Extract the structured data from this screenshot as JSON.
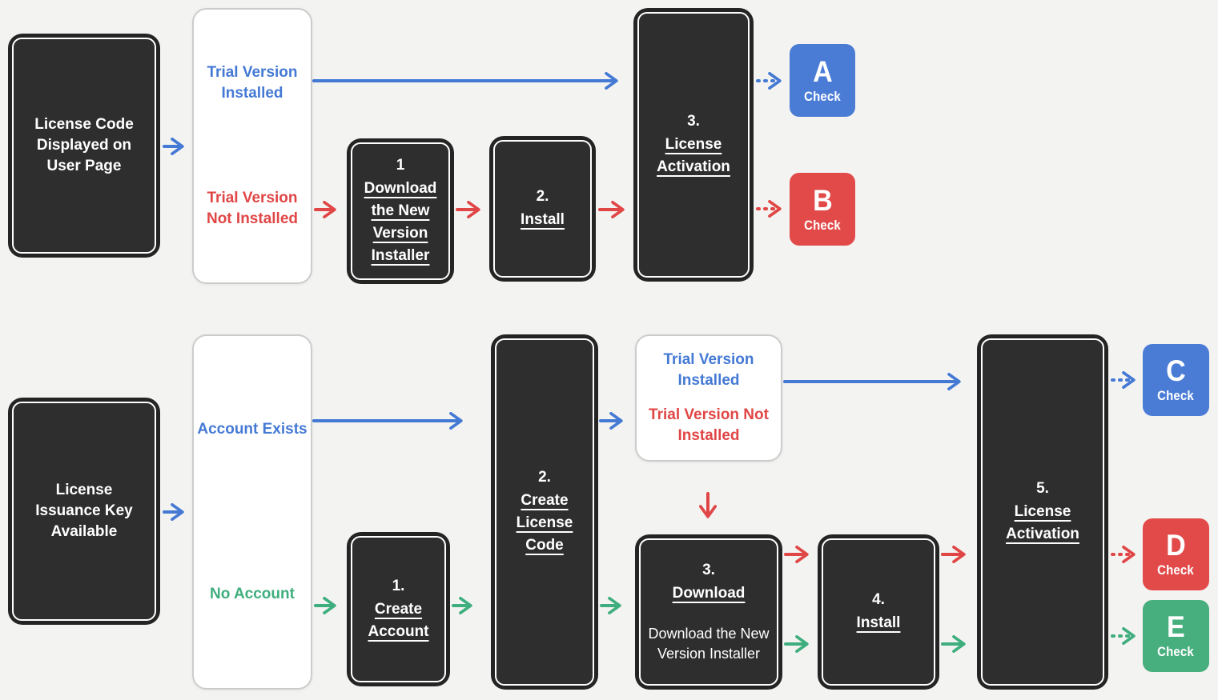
{
  "meta": {
    "title": "License activation flowchart",
    "background": "#f3f3f1"
  },
  "palette": {
    "blue": "#4479d4",
    "red": "#e14646",
    "green": "#3fae7e",
    "check_blue": "#4a7cd6",
    "check_red": "#e24a4a",
    "check_green": "#47ae7d",
    "dark_box_fill": "#2e2e2e",
    "dark_box_edge": "#242424",
    "white_box_border": "#cccccc",
    "background": "#f3f3f1",
    "text_on_dark": "#ffffff"
  },
  "flow1": {
    "start": {
      "label": "License Code Displayed on User Page"
    },
    "decision": {
      "options": [
        {
          "text": "Trial Version Installed",
          "color": "blue"
        },
        {
          "text": "Trial Version Not Installed",
          "color": "red"
        }
      ]
    },
    "steps": [
      {
        "num": "1",
        "title": "Download the New Version Installer"
      },
      {
        "num": "2.",
        "title": "Install"
      },
      {
        "num": "3.",
        "title": "License Activation"
      }
    ],
    "checks": [
      {
        "letter": "A",
        "label": "Check",
        "color": "blue"
      },
      {
        "letter": "B",
        "label": "Check",
        "color": "red"
      }
    ]
  },
  "flow2": {
    "start": {
      "label": "License Issuance Key Available"
    },
    "decision_account": {
      "options": [
        {
          "text": "Account Exists",
          "color": "blue"
        },
        {
          "text": "No Account",
          "color": "green"
        }
      ]
    },
    "decision_trial": {
      "options": [
        {
          "text": "Trial Version Installed",
          "color": "blue"
        },
        {
          "text": "Trial Version Not Installed",
          "color": "red"
        }
      ]
    },
    "steps": [
      {
        "num": "1.",
        "title": "Create Account"
      },
      {
        "num": "2.",
        "title": "Create License Code"
      },
      {
        "num": "3.",
        "title": "Download",
        "desc": "Download the New Version Installer"
      },
      {
        "num": "4.",
        "title": "Install"
      },
      {
        "num": "5.",
        "title": "License Activation"
      }
    ],
    "checks": [
      {
        "letter": "C",
        "label": "Check",
        "color": "blue"
      },
      {
        "letter": "D",
        "label": "Check",
        "color": "red"
      },
      {
        "letter": "E",
        "label": "Check",
        "color": "green"
      }
    ]
  },
  "edges": [
    {
      "from": "license-code-displayed",
      "to": "trial-decision",
      "color": "blue",
      "style": "solid"
    },
    {
      "from": "trial-decision:installed",
      "to": "license-activation-3",
      "color": "blue",
      "style": "solid"
    },
    {
      "from": "trial-decision:not-installed",
      "to": "download-installer-1",
      "color": "red",
      "style": "solid"
    },
    {
      "from": "download-installer-1",
      "to": "install-2",
      "color": "red",
      "style": "solid"
    },
    {
      "from": "install-2",
      "to": "license-activation-3",
      "color": "red",
      "style": "solid"
    },
    {
      "from": "license-activation-3",
      "to": "check-a",
      "color": "blue",
      "style": "dashed"
    },
    {
      "from": "license-activation-3",
      "to": "check-b",
      "color": "red",
      "style": "dashed"
    },
    {
      "from": "license-issuance-key",
      "to": "account-decision",
      "color": "blue",
      "style": "solid"
    },
    {
      "from": "account-decision:exists",
      "to": "create-license-code-2",
      "color": "blue",
      "style": "solid"
    },
    {
      "from": "account-decision:none",
      "to": "create-account-1",
      "color": "green",
      "style": "solid"
    },
    {
      "from": "create-account-1",
      "to": "create-license-code-2",
      "color": "green",
      "style": "solid"
    },
    {
      "from": "create-license-code-2",
      "to": "trial-decision-2",
      "color": "blue",
      "style": "solid"
    },
    {
      "from": "create-license-code-2",
      "to": "download-3",
      "color": "green",
      "style": "solid"
    },
    {
      "from": "trial-decision-2:installed",
      "to": "license-activation-5",
      "color": "blue",
      "style": "solid"
    },
    {
      "from": "trial-decision-2:not-installed",
      "to": "download-3",
      "color": "red",
      "style": "solid"
    },
    {
      "from": "download-3",
      "to": "install-4",
      "color": "red",
      "style": "solid"
    },
    {
      "from": "download-3",
      "to": "install-4",
      "color": "green",
      "style": "solid"
    },
    {
      "from": "install-4",
      "to": "license-activation-5",
      "color": "red",
      "style": "solid"
    },
    {
      "from": "install-4",
      "to": "license-activation-5",
      "color": "green",
      "style": "solid"
    },
    {
      "from": "license-activation-5",
      "to": "check-c",
      "color": "blue",
      "style": "dashed"
    },
    {
      "from": "license-activation-5",
      "to": "check-d",
      "color": "red",
      "style": "dashed"
    },
    {
      "from": "license-activation-5",
      "to": "check-e",
      "color": "green",
      "style": "dashed"
    }
  ]
}
